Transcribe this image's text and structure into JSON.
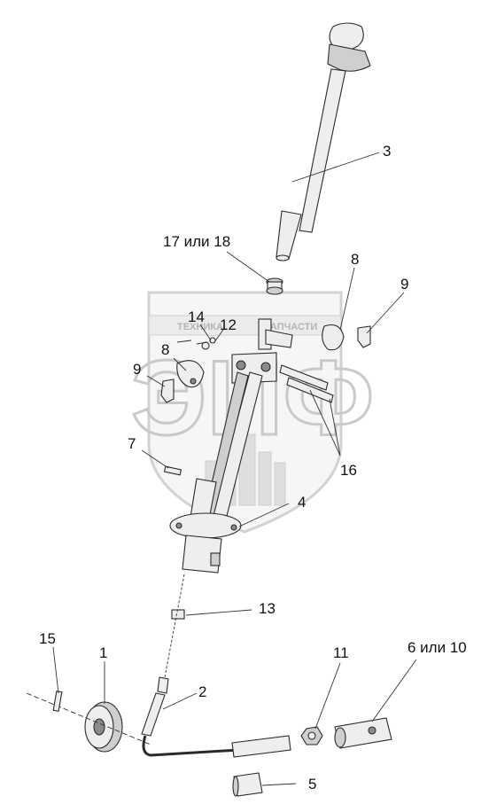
{
  "watermark": {
    "text_left": "ТЕХНИКА",
    "text_right": "ЗАПЧАСТИ",
    "big_letters": "ЭИФ"
  },
  "callouts": {
    "p1": "1",
    "p2": "2",
    "p3": "3",
    "p4": "4",
    "p5": "5",
    "p6_10": "6 или 10",
    "p7": "7",
    "p8_left": "8",
    "p8_right": "8",
    "p9_left": "9",
    "p9_right": "9",
    "p11": "11",
    "p12": "12",
    "p13": "13",
    "p14": "14",
    "p15": "15",
    "p16": "16",
    "p17_18": "17 или 18"
  }
}
